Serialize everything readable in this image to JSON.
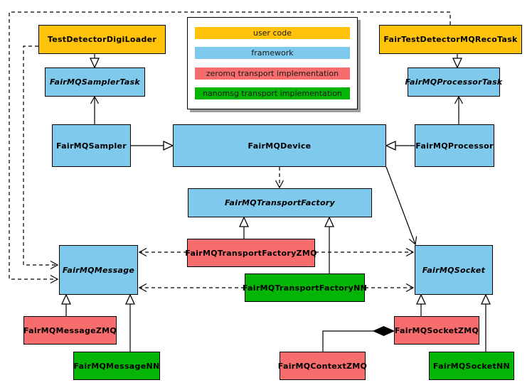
{
  "diagram": {
    "background": "#ffffff",
    "legend": {
      "items": [
        {
          "label": "user code",
          "color": "#FFC30B"
        },
        {
          "label": "framework",
          "color": "#7EC9EC"
        },
        {
          "label": "zeromq transport implementation",
          "color": "#F76C6C"
        },
        {
          "label": "nanomsg transport implementation",
          "color": "#05B505"
        }
      ]
    },
    "nodes": [
      {
        "label": "TestDetectorDigiLoader",
        "category": "user code",
        "abstract": false,
        "color": "#FFC30B"
      },
      {
        "label": "FairTestDetectorMQRecoTask",
        "category": "user code",
        "abstract": false,
        "color": "#FFC30B"
      },
      {
        "label": "FairMQSamplerTask",
        "category": "framework",
        "abstract": true,
        "color": "#7EC9EC"
      },
      {
        "label": "FairMQProcessorTask",
        "category": "framework",
        "abstract": true,
        "color": "#7EC9EC"
      },
      {
        "label": "FairMQSampler",
        "category": "framework",
        "abstract": false,
        "color": "#7EC9EC"
      },
      {
        "label": "FairMQDevice",
        "category": "framework",
        "abstract": false,
        "color": "#7EC9EC"
      },
      {
        "label": "FairMQProcessor",
        "category": "framework",
        "abstract": false,
        "color": "#7EC9EC"
      },
      {
        "label": "FairMQTransportFactory",
        "category": "framework",
        "abstract": true,
        "color": "#7EC9EC"
      },
      {
        "label": "FairMQTransportFactoryZMQ",
        "category": "zeromq",
        "abstract": false,
        "color": "#F76C6C"
      },
      {
        "label": "FairMQTransportFactoryNN",
        "category": "nanomsg",
        "abstract": false,
        "color": "#05B505"
      },
      {
        "label": "FairMQMessage",
        "category": "framework",
        "abstract": true,
        "color": "#7EC9EC"
      },
      {
        "label": "FairMQSocket",
        "category": "framework",
        "abstract": true,
        "color": "#7EC9EC"
      },
      {
        "label": "FairMQMessageZMQ",
        "category": "zeromq",
        "abstract": false,
        "color": "#F76C6C"
      },
      {
        "label": "FairMQMessageNN",
        "category": "nanomsg",
        "abstract": false,
        "color": "#05B505"
      },
      {
        "label": "FairMQSocketZMQ",
        "category": "zeromq",
        "abstract": false,
        "color": "#F76C6C"
      },
      {
        "label": "FairMQSocketNN",
        "category": "nanomsg",
        "abstract": false,
        "color": "#05B505"
      },
      {
        "label": "FairMQContextZMQ",
        "category": "zeromq",
        "abstract": false,
        "color": "#F76C6C"
      }
    ],
    "edges": [
      {
        "from": "TestDetectorDigiLoader",
        "to": "FairMQSamplerTask",
        "type": "inheritance"
      },
      {
        "from": "FairTestDetectorMQRecoTask",
        "to": "FairMQProcessorTask",
        "type": "inheritance"
      },
      {
        "from": "FairMQSampler",
        "to": "FairMQDevice",
        "type": "inheritance"
      },
      {
        "from": "FairMQProcessor",
        "to": "FairMQDevice",
        "type": "inheritance"
      },
      {
        "from": "FairMQSampler",
        "to": "FairMQSamplerTask",
        "type": "association"
      },
      {
        "from": "FairMQProcessor",
        "to": "FairMQProcessorTask",
        "type": "association"
      },
      {
        "from": "FairMQDevice",
        "to": "FairMQTransportFactory",
        "type": "dependency"
      },
      {
        "from": "FairMQDevice",
        "to": "FairMQSocket",
        "type": "association"
      },
      {
        "from": "FairMQTransportFactoryZMQ",
        "to": "FairMQTransportFactory",
        "type": "inheritance"
      },
      {
        "from": "FairMQTransportFactoryNN",
        "to": "FairMQTransportFactory",
        "type": "inheritance"
      },
      {
        "from": "FairMQTransportFactoryZMQ",
        "to": "FairMQMessage",
        "type": "dependency"
      },
      {
        "from": "FairMQTransportFactoryZMQ",
        "to": "FairMQSocket",
        "type": "dependency"
      },
      {
        "from": "FairMQTransportFactoryNN",
        "to": "FairMQMessage",
        "type": "dependency"
      },
      {
        "from": "FairMQTransportFactoryNN",
        "to": "FairMQSocket",
        "type": "dependency"
      },
      {
        "from": "TestDetectorDigiLoader",
        "to": "FairMQMessage",
        "type": "dependency"
      },
      {
        "from": "FairTestDetectorMQRecoTask",
        "to": "FairMQMessage",
        "type": "dependency"
      },
      {
        "from": "FairMQMessageZMQ",
        "to": "FairMQMessage",
        "type": "inheritance"
      },
      {
        "from": "FairMQMessageNN",
        "to": "FairMQMessage",
        "type": "inheritance"
      },
      {
        "from": "FairMQSocketZMQ",
        "to": "FairMQSocket",
        "type": "inheritance"
      },
      {
        "from": "FairMQSocketNN",
        "to": "FairMQSocket",
        "type": "inheritance"
      },
      {
        "from": "FairMQContextZMQ",
        "to": "FairMQSocketZMQ",
        "type": "composition"
      }
    ]
  }
}
